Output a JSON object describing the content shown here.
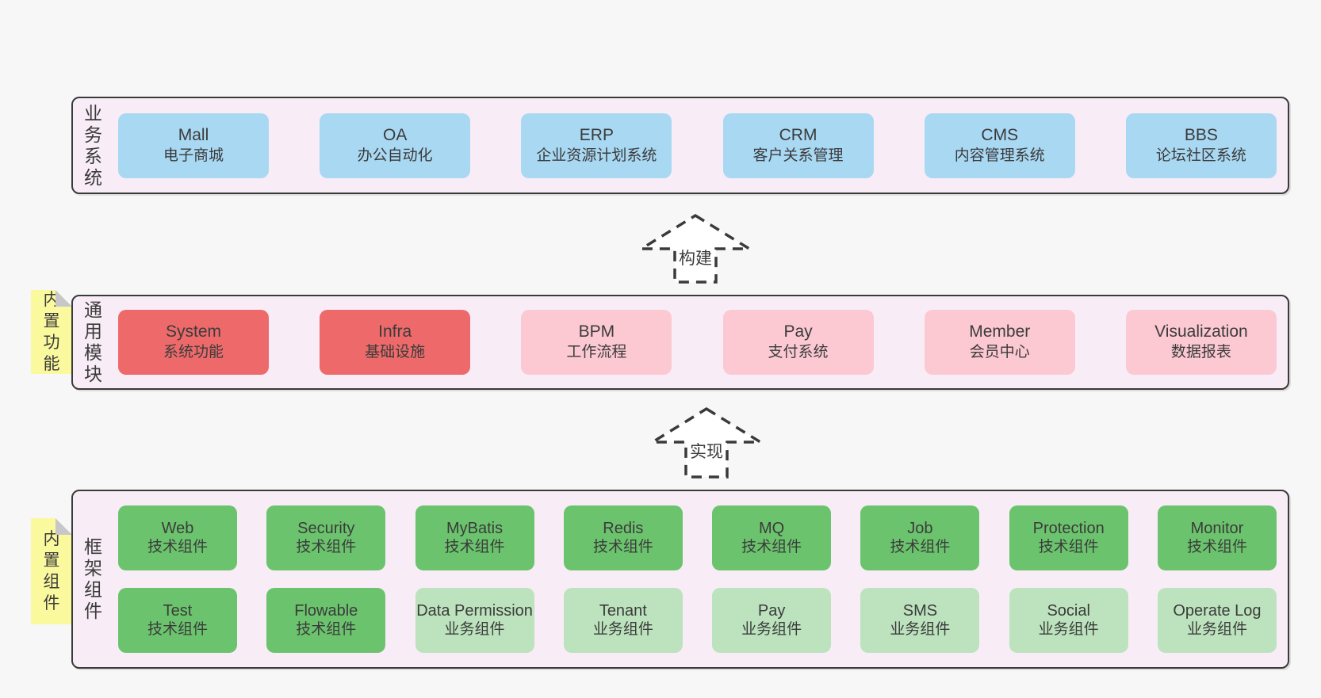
{
  "colors": {
    "page_bg": "#f7f7f7",
    "band_bg": "#f8edf6",
    "band_border": "#3a3a3a",
    "blue": "#a9d8f3",
    "red": "#ee6a6a",
    "pink": "#fcc9d3",
    "green": "#6bc46d",
    "light_green": "#bce3bd",
    "sticky": "#fbf99e",
    "fold": "#c7c7c9",
    "text": "#3b3b3b",
    "arrow_fill": "#ffffff"
  },
  "arrows": {
    "build": "构建",
    "implement": "实现"
  },
  "bands": {
    "business": {
      "label": "业务系统",
      "boxes": [
        {
          "title": "Mall",
          "subtitle": "电子商城"
        },
        {
          "title": "OA",
          "subtitle": "办公自动化"
        },
        {
          "title": "ERP",
          "subtitle": "企业资源计划系统"
        },
        {
          "title": "CRM",
          "subtitle": "客户关系管理"
        },
        {
          "title": "CMS",
          "subtitle": "内容管理系统"
        },
        {
          "title": "BBS",
          "subtitle": "论坛社区系统"
        }
      ]
    },
    "modules": {
      "label": "通用模块",
      "sticky": "内置功能",
      "boxes": [
        {
          "title": "System",
          "subtitle": "系统功能"
        },
        {
          "title": "Infra",
          "subtitle": "基础设施"
        },
        {
          "title": "BPM",
          "subtitle": "工作流程"
        },
        {
          "title": "Pay",
          "subtitle": "支付系统"
        },
        {
          "title": "Member",
          "subtitle": "会员中心"
        },
        {
          "title": "Visualization",
          "subtitle": "数据报表"
        }
      ]
    },
    "components": {
      "label": "框架组件",
      "sticky": "内置组件",
      "row1": [
        {
          "title": "Web",
          "subtitle": "技术组件"
        },
        {
          "title": "Security",
          "subtitle": "技术组件"
        },
        {
          "title": "MyBatis",
          "subtitle": "技术组件"
        },
        {
          "title": "Redis",
          "subtitle": "技术组件"
        },
        {
          "title": "MQ",
          "subtitle": "技术组件"
        },
        {
          "title": "Job",
          "subtitle": "技术组件"
        },
        {
          "title": "Protection",
          "subtitle": "技术组件"
        },
        {
          "title": "Monitor",
          "subtitle": "技术组件"
        }
      ],
      "row2": [
        {
          "title": "Test",
          "subtitle": "技术组件"
        },
        {
          "title": "Flowable",
          "subtitle": "技术组件"
        },
        {
          "title": "Data Permission",
          "subtitle": "业务组件"
        },
        {
          "title": "Tenant",
          "subtitle": "业务组件"
        },
        {
          "title": "Pay",
          "subtitle": "业务组件"
        },
        {
          "title": "SMS",
          "subtitle": "业务组件"
        },
        {
          "title": "Social",
          "subtitle": "业务组件"
        },
        {
          "title": "Operate Log",
          "subtitle": "业务组件"
        }
      ]
    }
  }
}
